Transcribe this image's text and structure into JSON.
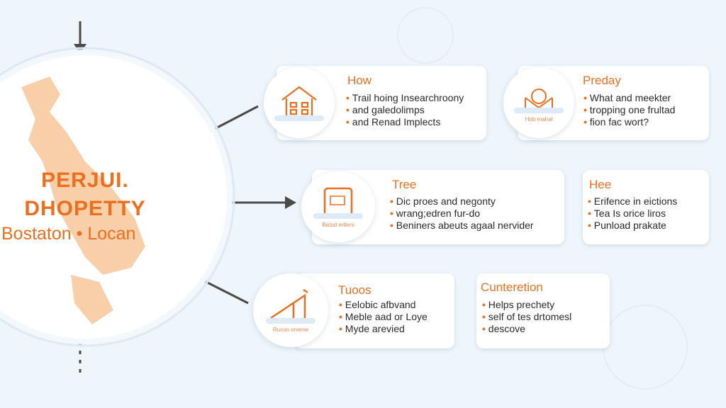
{
  "hub": {
    "title_line1": "PERJUI.",
    "title_line2": "DHOPETTY",
    "subtitle": "Bostaton • Locan"
  },
  "cards": [
    {
      "title": "How",
      "icon": "house-icon",
      "caption": "",
      "items": [
        "Trail hoing Insearchroony",
        "and galedolimps",
        "and Renad Implects"
      ]
    },
    {
      "title": "Preday",
      "icon": "envelope-icon",
      "caption": "Hob mahal",
      "items": [
        "What and meekter",
        "tropping one frultad",
        "fion fac wort?"
      ]
    },
    {
      "title": "Tree",
      "icon": "monitor-icon",
      "caption": "Batod ertlers",
      "items": [
        "Dic proes and negonty",
        "wrang;edren fur-do",
        "Beniners abeuts agaal nervider"
      ]
    },
    {
      "title": "Hee",
      "items": [
        "Erifence in eictions",
        "Tea Is orice liros",
        "Punload prakate"
      ]
    },
    {
      "title": "Tuoos",
      "icon": "ramp-icon",
      "caption": "Rucon enerne",
      "items": [
        "Eelobic afbvand",
        "Meble aad or Loye",
        "Myde arevied"
      ]
    },
    {
      "title": "Cunteretion",
      "items": [
        "Helps prechety",
        "self of tes drtomesl",
        "descove"
      ]
    }
  ],
  "colors": {
    "accent": "#ec6f1f",
    "map": "#f9cfa9",
    "bg": "#eef5fb"
  }
}
